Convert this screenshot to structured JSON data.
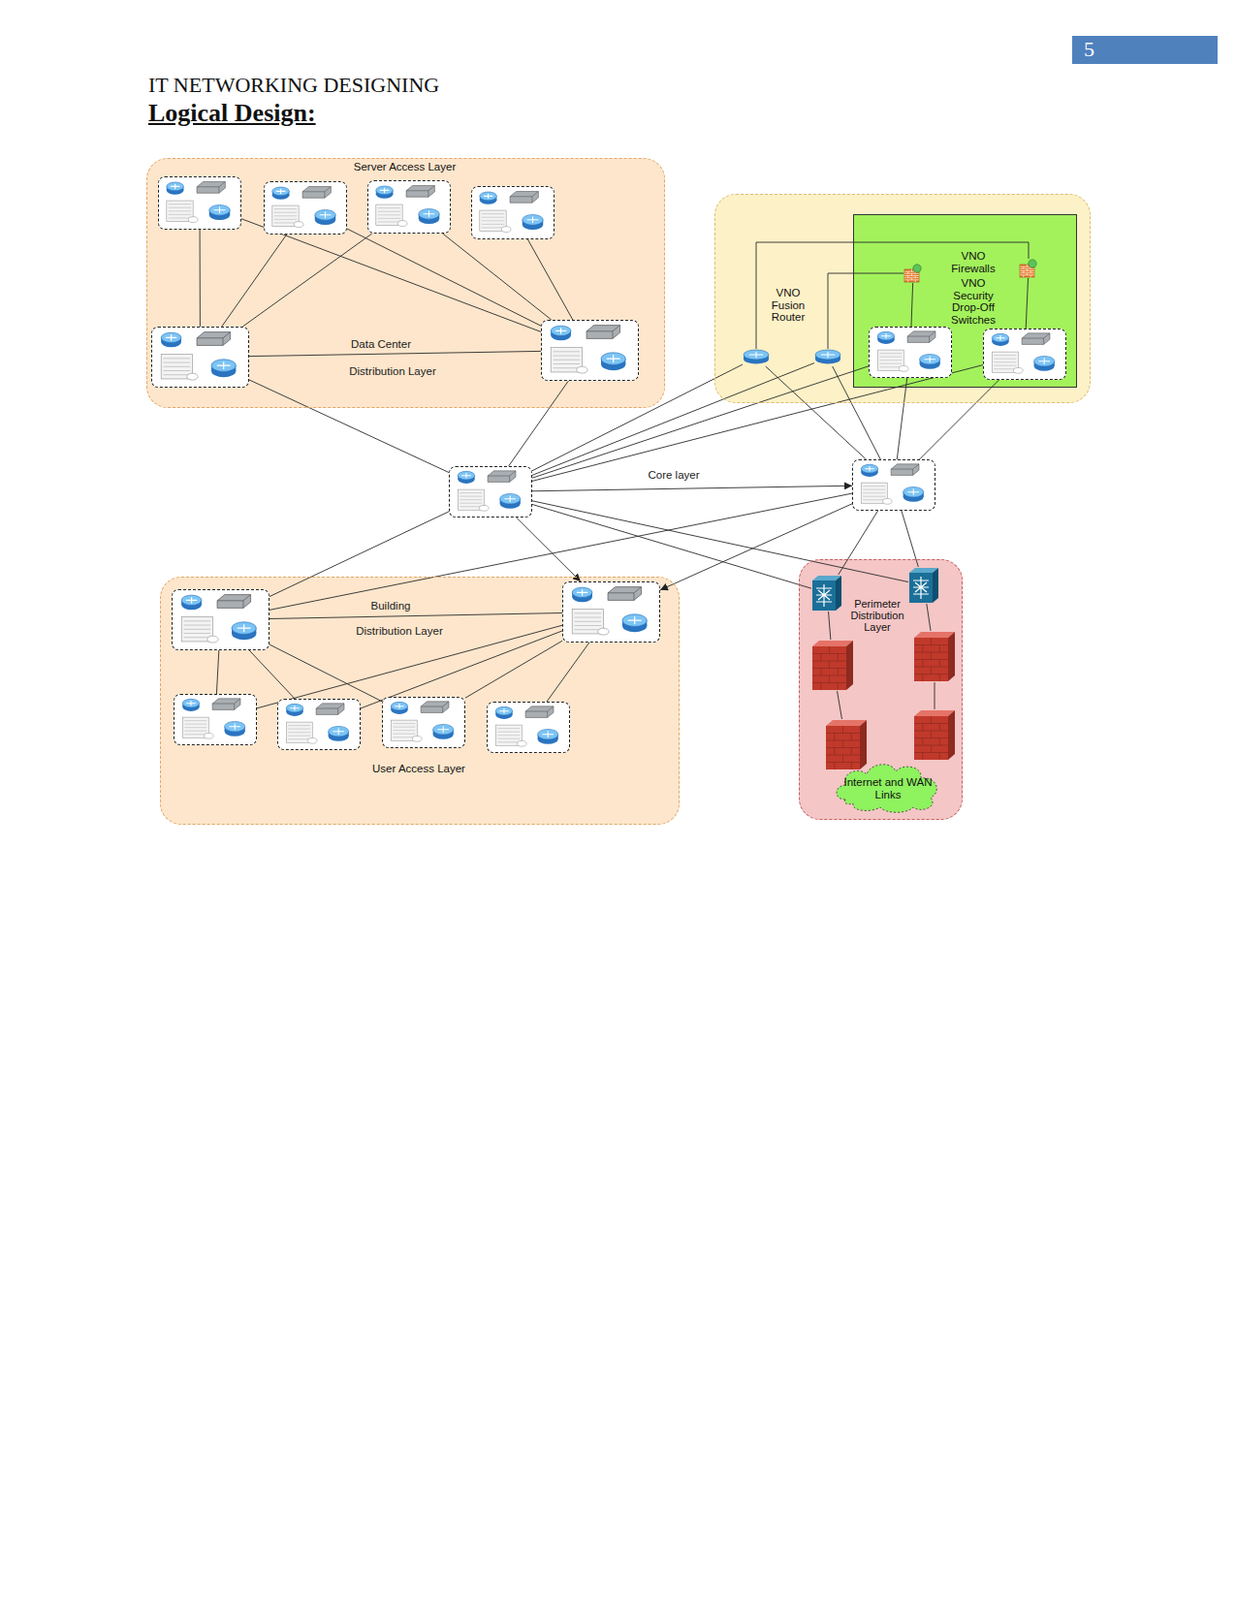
{
  "diagram": {
    "title": "Logical Design:",
    "nodes": [
      {
        "text": [
          "Server Access Layer"
        ]
      },
      {
        "text": [],
        "in": 0
      },
      {
        "text": [],
        "in": 0
      },
      {
        "text": [],
        "in": 0
      },
      {
        "text": [],
        "in": 0
      },
      {
        "text": [],
        "in": 0
      },
      {
        "text": [],
        "in": 0
      },
      {
        "text": [
          "VNO Fusion Router"
        ]
      },
      {
        "text": [
          "VNO Firewalls",
          "VNO Security Drop-Off Switches"
        ],
        "in": 7
      },
      {
        "text": [],
        "in": 7
      },
      {
        "text": [],
        "in": 7
      },
      {
        "text": [],
        "in": 8
      },
      {
        "text": [],
        "in": 8
      },
      {
        "text": [],
        "in": 8
      },
      {
        "text": [],
        "in": 8
      },
      {
        "text": []
      },
      {
        "text": []
      },
      {
        "text": [
          "User Access Layer"
        ]
      },
      {
        "text": [],
        "in": 17
      },
      {
        "text": [],
        "in": 17
      },
      {
        "text": [],
        "in": 17
      },
      {
        "text": [],
        "in": 17
      },
      {
        "text": [],
        "in": 17
      },
      {
        "text": [],
        "in": 17
      },
      {
        "text": [
          "Perimeter Distribution Layer"
        ]
      },
      {
        "text": [],
        "in": 24
      },
      {
        "text": [],
        "in": 24
      },
      {
        "text": [],
        "in": 24
      },
      {
        "text": [],
        "in": 24
      },
      {
        "text": [],
        "in": 24
      },
      {
        "text": [],
        "in": 24
      },
      {
        "text": [
          "Internet and WAN Links"
        ],
        "in": 24
      }
    ],
    "edges": [
      {
        "from": 1,
        "to": 5,
        "arrow": "none"
      },
      {
        "from": 1,
        "to": 6,
        "arrow": "none"
      },
      {
        "from": 2,
        "to": 5,
        "arrow": "none"
      },
      {
        "from": 2,
        "to": 6,
        "arrow": "none"
      },
      {
        "from": 3,
        "to": 5,
        "arrow": "none"
      },
      {
        "from": 3,
        "to": 6,
        "arrow": "none"
      },
      {
        "from": 4,
        "to": 6,
        "arrow": "none"
      },
      {
        "from": 5,
        "to": 6,
        "arrow": "none"
      },
      {
        "from": 5,
        "to": 15,
        "arrow": "none"
      },
      {
        "from": 6,
        "to": 15,
        "arrow": "none"
      },
      {
        "from": 15,
        "to": 16,
        "arrow": "to"
      },
      {
        "from": 15,
        "to": 9,
        "arrow": "none"
      },
      {
        "from": 15,
        "to": 10,
        "arrow": "none"
      },
      {
        "from": 15,
        "to": 13,
        "arrow": "none"
      },
      {
        "from": 15,
        "to": 14,
        "arrow": "none"
      },
      {
        "from": 16,
        "to": 9,
        "arrow": "none"
      },
      {
        "from": 16,
        "to": 10,
        "arrow": "none"
      },
      {
        "from": 16,
        "to": 13,
        "arrow": "none"
      },
      {
        "from": 16,
        "to": 14,
        "arrow": "none"
      },
      {
        "from": 9,
        "to": 12,
        "arrow": "none"
      },
      {
        "from": 10,
        "to": 11,
        "arrow": "none"
      },
      {
        "from": 11,
        "to": 13,
        "arrow": "none"
      },
      {
        "from": 12,
        "to": 14,
        "arrow": "none"
      },
      {
        "from": 15,
        "to": 18,
        "arrow": "none"
      },
      {
        "from": 15,
        "to": 19,
        "arrow": "to"
      },
      {
        "from": 16,
        "to": 18,
        "arrow": "none"
      },
      {
        "from": 16,
        "to": 19,
        "arrow": "to"
      },
      {
        "from": 15,
        "to": 25,
        "arrow": "none"
      },
      {
        "from": 15,
        "to": 26,
        "arrow": "none"
      },
      {
        "from": 16,
        "to": 25,
        "arrow": "none"
      },
      {
        "from": 16,
        "to": 26,
        "arrow": "none"
      },
      {
        "from": 18,
        "to": 19,
        "arrow": "none"
      },
      {
        "from": 18,
        "to": 20,
        "arrow": "none"
      },
      {
        "from": 18,
        "to": 21,
        "arrow": "none"
      },
      {
        "from": 18,
        "to": 22,
        "arrow": "none"
      },
      {
        "from": 19,
        "to": 20,
        "arrow": "none"
      },
      {
        "from": 19,
        "to": 21,
        "arrow": "none"
      },
      {
        "from": 19,
        "to": 22,
        "arrow": "none"
      },
      {
        "from": 19,
        "to": 23,
        "arrow": "none"
      },
      {
        "from": 25,
        "to": 27,
        "arrow": "none"
      },
      {
        "from": 26,
        "to": 28,
        "arrow": "none"
      },
      {
        "from": 27,
        "to": 29,
        "arrow": "none"
      },
      {
        "from": 28,
        "to": 30,
        "arrow": "none"
      }
    ],
    "labels": [
      "5",
      "IT NETWORKING DESIGNING",
      "Data Center",
      "Distribution Layer",
      "Core layer",
      "Building",
      "Distribution Layer"
    ]
  }
}
